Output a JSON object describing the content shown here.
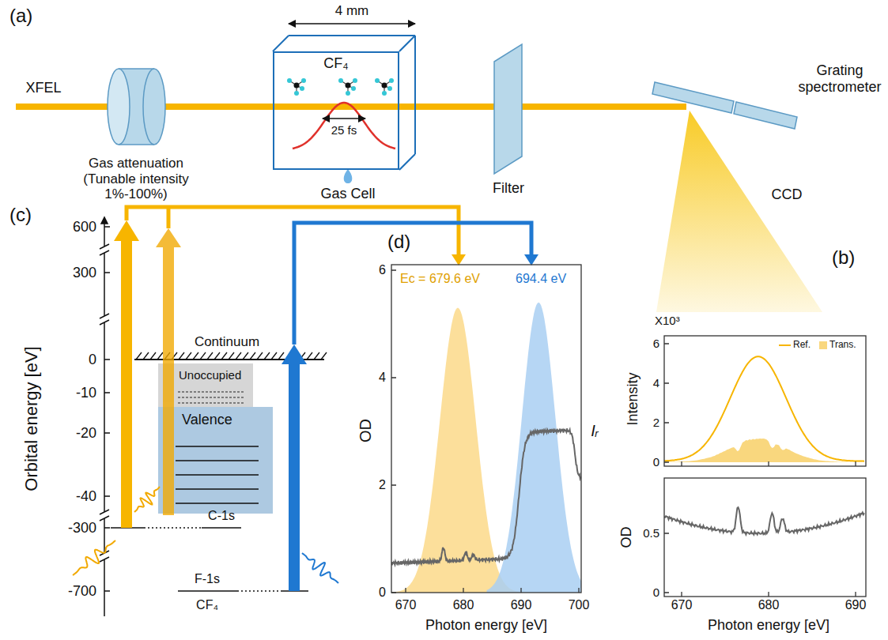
{
  "diagram": {
    "nodes": [
      {
        "text": [
          "CF₄"
        ]
      },
      {
        "text": [
          "Unoccupied"
        ]
      },
      {
        "text": [
          "Valence"
        ]
      }
    ],
    "labels": [
      "(a)",
      "XFEL",
      "Gas attenuation (Tunable intensity 1%-100%)",
      "4 mm",
      "25 fs",
      "Gas Cell",
      "Filter",
      "Grating spectrometer",
      "CCD",
      "(c)",
      "Orbital energy [eV]",
      "600",
      "300",
      "0",
      "-10",
      "-20",
      "-40",
      "-300",
      "-700",
      "Continuum",
      "C-1s",
      "F-1s",
      "CF₄",
      "(d)",
      "OD",
      "0",
      "2",
      "4",
      "6",
      "Ec = 679.6 eV",
      "694.4 eV",
      "Iᵣ",
      "670",
      "680",
      "690",
      "700",
      "Photon energy [eV]",
      "(b)",
      "X10³",
      "Intensity",
      "0",
      "2",
      "4",
      "6",
      "OD",
      "0",
      "0.5",
      "670",
      "680",
      "690",
      "Photon energy [eV]"
    ],
    "legend": [
      {
        "text": "Ref."
      },
      {
        "text": "Trans.",
        "color": "#f9d77e"
      }
    ]
  }
}
